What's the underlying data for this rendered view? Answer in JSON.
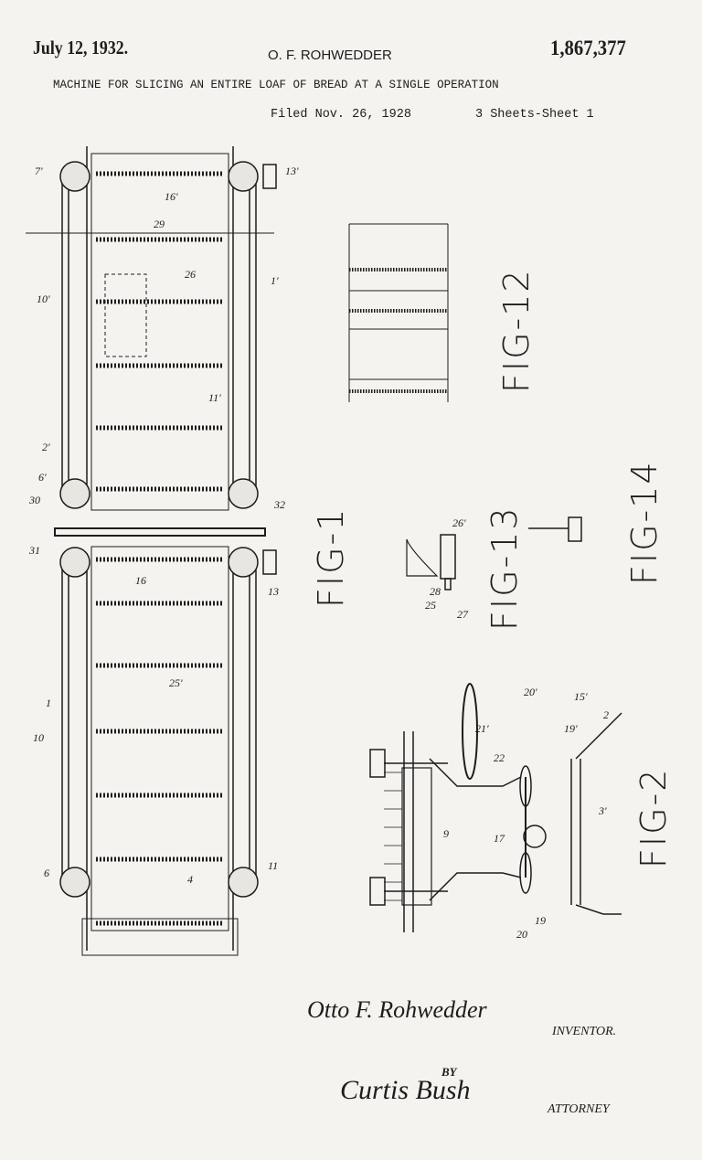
{
  "header": {
    "date": "July 12, 1932.",
    "inventor_name": "O. F. ROHWEDDER",
    "patent_number": "1,867,377",
    "title": "MACHINE FOR SLICING AN ENTIRE LOAF OF BREAD AT A SINGLE OPERATION",
    "filed": "Filed Nov. 26, 1928",
    "sheets": "3 Sheets-Sheet 1"
  },
  "figures": {
    "fig1": "FIG-1",
    "fig2": "FIG-2",
    "fig12": "FIG-12",
    "fig13": "FIG-13",
    "fig14": "FIG-14"
  },
  "reference_numerals": [
    "7'",
    "13'",
    "16'",
    "29",
    "26",
    "10'",
    "1'",
    "11'",
    "2'",
    "6'",
    "30",
    "31",
    "32",
    "16",
    "13",
    "25'",
    "1",
    "10",
    "11",
    "4",
    "6",
    "27",
    "25",
    "28",
    "26'",
    "20'",
    "21'",
    "22",
    "19'",
    "15'",
    "2",
    "3'",
    "17",
    "19",
    "20",
    "9"
  ],
  "signatures": {
    "inventor_signature": "Otto F. Rohwedder",
    "inventor_label": "INVENTOR.",
    "by": "BY",
    "attorney_signature": "Curtis Bush",
    "attorney_label": "ATTORNEY"
  },
  "colors": {
    "paper": "#f4f3ef",
    "ink": "#1d1d1d"
  }
}
